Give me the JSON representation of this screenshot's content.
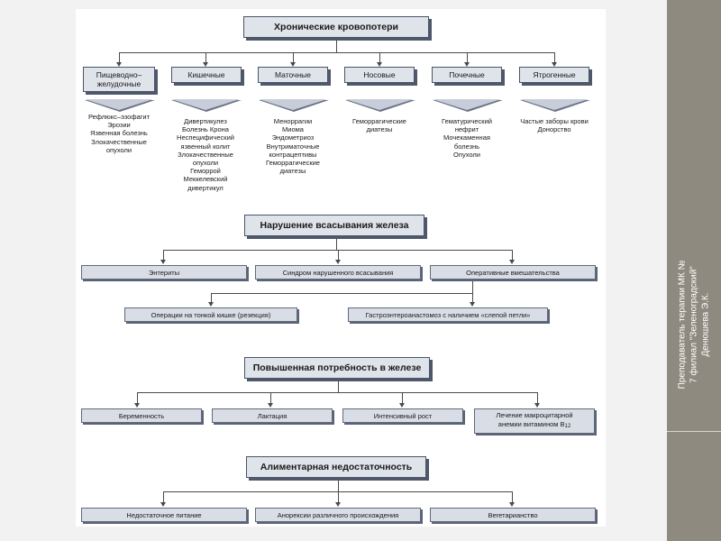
{
  "credit": {
    "line1": "Преподаватель терапии МК №",
    "line2": "7 филиал \"Зеленоградский\"",
    "line3": "Денюшева Э.К."
  },
  "section1": {
    "title": "Хронические кровопотери",
    "categories": [
      {
        "label": "Пищеводно–желудочные",
        "items": [
          "Рефлюкс–эзофагит",
          "Эрозии",
          "Язвенная болезнь",
          "Злокачественные",
          "опухоли"
        ]
      },
      {
        "label": "Кишечные",
        "items": [
          "Дивертикулез",
          "Болезнь Крона",
          "Неспецифический",
          "язвенный колит",
          "Злокачественные",
          "опухоли",
          "Геморрой",
          "Меккелевский",
          "дивертикул"
        ]
      },
      {
        "label": "Маточные",
        "items": [
          "Меноррагии",
          "Миома",
          "Эндометриоз",
          "Внутриматочные",
          "контрацептивы",
          "Геморрагические",
          "диатезы"
        ]
      },
      {
        "label": "Носовые",
        "items": [
          "Геморрагические",
          "диатезы"
        ]
      },
      {
        "label": "Почечные",
        "items": [
          "Гематурический",
          "нефрит",
          "Мочекаменная",
          "болезнь",
          "Опухоли"
        ]
      },
      {
        "label": "Ятрогенные",
        "items": [
          "Частые заборы крови",
          "Донорство"
        ]
      }
    ]
  },
  "section2": {
    "title": "Нарушение всасывания железа",
    "items": [
      "Энтериты",
      "Синдром нарушенного всасывания",
      "Оперативные вмешательства"
    ],
    "subitems": [
      "Операции на тонкой кишке (резекция)",
      "Гастроэнтероанастомоз с наличием «слепой петли»"
    ]
  },
  "section3": {
    "title": "Повышенная потребность в железе",
    "items": [
      "Беременность",
      "Лактация",
      "Интенсивный рост"
    ],
    "last_item_line1": "Лечение макроцитарной",
    "last_item_line2": "анемии витамином B",
    "last_item_sub": "12"
  },
  "section4": {
    "title": "Алиментарная недостаточность",
    "items": [
      "Недостаточное питание",
      "Анорексии различного происхождения",
      "Вегетарианство"
    ]
  }
}
